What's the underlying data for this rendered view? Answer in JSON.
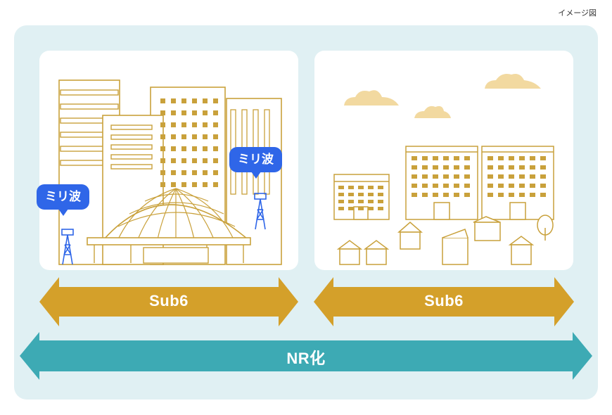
{
  "caption": "イメージ図",
  "urban": {
    "mmwave_left": "ミリ波",
    "mmwave_right": "ミリ波",
    "band": "Sub6"
  },
  "suburban": {
    "band": "Sub6"
  },
  "overall": {
    "label": "NR化"
  },
  "colors": {
    "gold": "#d4a02a",
    "teal": "#3daab4",
    "blue": "#2f66e8",
    "line_gold": "#c9a13b",
    "cloud": "#f2d9a0",
    "bg": "#e0f0f3"
  },
  "icons": [
    "cell-tower-icon",
    "cloud-icon",
    "house-icon",
    "tree-icon",
    "building-icon",
    "dome-stadium-icon"
  ]
}
